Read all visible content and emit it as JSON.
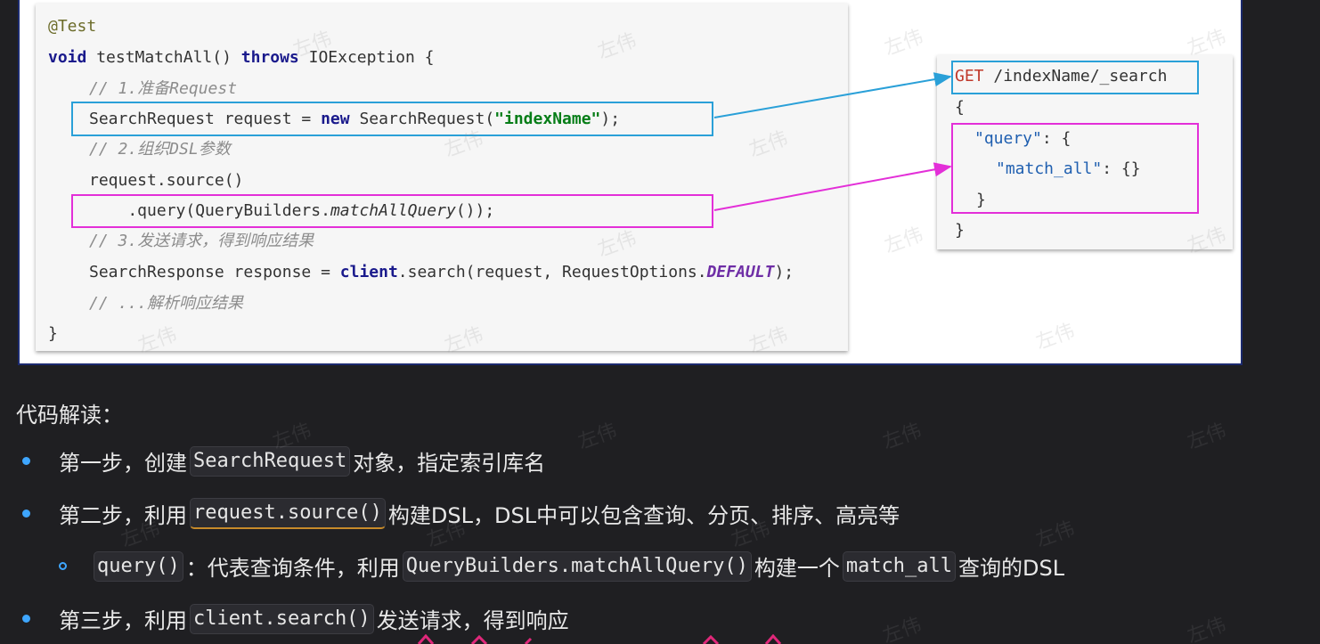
{
  "java_code": {
    "annotation": "@Test",
    "sig_void": "void",
    "sig_name": " testMatchAll() ",
    "sig_throws": "throws",
    "sig_rest": " IOException {",
    "c1": "// 1.准备Request",
    "l1_a": "SearchRequest request = ",
    "l1_new": "new",
    "l1_b": " SearchRequest(",
    "l1_str": "\"indexName\"",
    "l1_c": ");",
    "c2": "// 2.组织DSL参数",
    "l2": "request.source()",
    "l3_a": "    .query(QueryBuilders.",
    "l3_it": "matchAllQuery",
    "l3_b": "());",
    "c3": "// 3.发送请求，得到响应结果",
    "l4_a": "SearchResponse response = ",
    "l4_client": "client",
    "l4_b": ".search(request, RequestOptions.",
    "l4_field": "DEFAULT",
    "l4_c": ");",
    "c4": "// ...解析响应结果",
    "close": "}"
  },
  "json_code": {
    "get": "GET",
    "path": " /indexName/_search",
    "open": "{",
    "query_key": "\"query\"",
    "query_rest": ": {",
    "match_key": "\"match_all\"",
    "match_rest": ": {}",
    "inner_close": "}",
    "outer_close": "}"
  },
  "watermark": "左伟",
  "notes": {
    "heading": "代码解读：",
    "b1_pre": "第一步，创建",
    "b1_code": "SearchRequest",
    "b1_post": "对象，指定索引库名",
    "b2_pre": "第二步，利用",
    "b2_code": "request.source()",
    "b2_post": "构建DSL，DSL中可以包含查询、分页、排序、高亮等",
    "sub_code1": "query()",
    "sub_mid1": "：代表查询条件，利用",
    "sub_code2": "QueryBuilders.matchAllQuery()",
    "sub_mid2": "构建一个",
    "sub_code3": "match_all",
    "sub_post": "查询的DSL",
    "b3_pre": "第三步，利用",
    "b3_code": "client.search()",
    "b3_post": "发送请求，得到响应"
  },
  "colors": {
    "blue_box": "#2aa0d8",
    "pink_box": "#e32fd8",
    "bullet": "#3ea6ff"
  }
}
